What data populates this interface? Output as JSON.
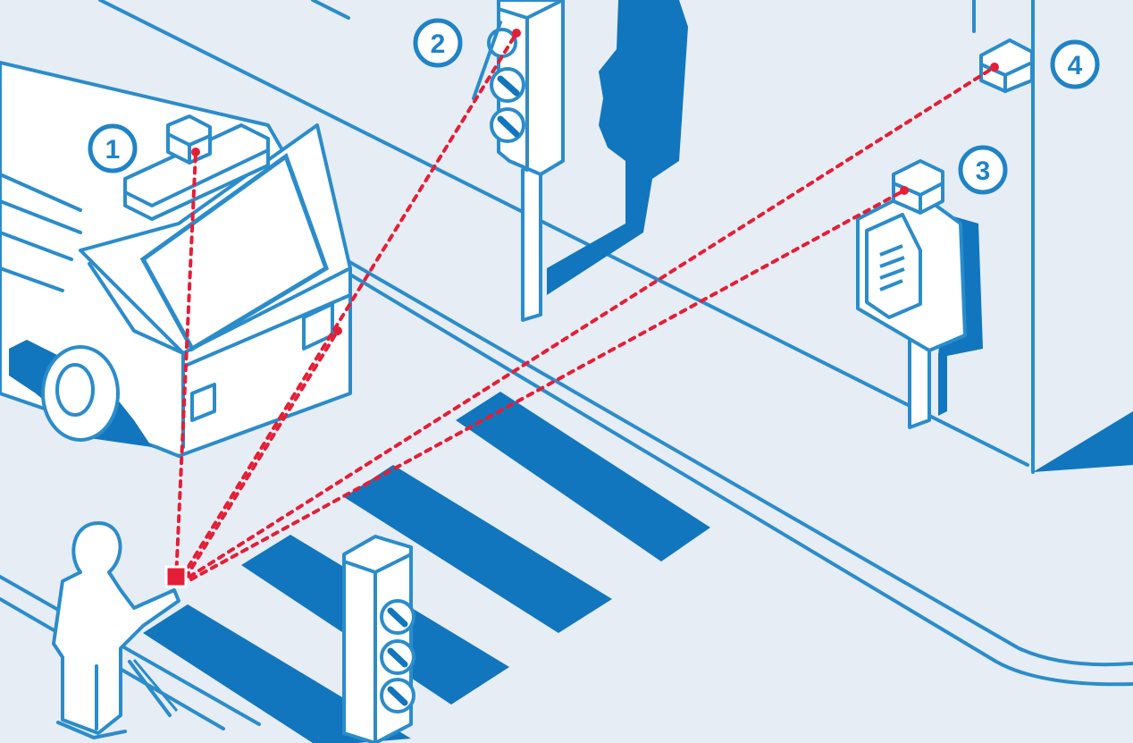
{
  "diagram": {
    "badges": [
      {
        "id": "1",
        "label": "1"
      },
      {
        "id": "2",
        "label": "2"
      },
      {
        "id": "3",
        "label": "3"
      },
      {
        "id": "4",
        "label": "4"
      }
    ]
  },
  "colors": {
    "background": "#e6edf5",
    "line": "#2b8ccb",
    "solid_blue": "#1176bd",
    "beam_red": "#e41e36"
  }
}
